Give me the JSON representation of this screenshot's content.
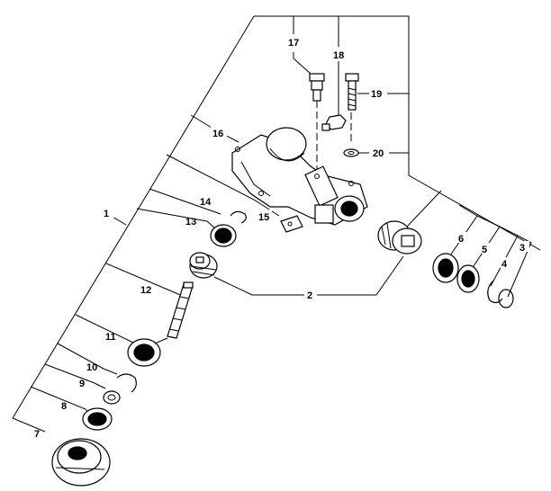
{
  "parts": [
    {
      "id": "p1",
      "label": "1"
    },
    {
      "id": "p2",
      "label": "2"
    },
    {
      "id": "p3",
      "label": "3"
    },
    {
      "id": "p4",
      "label": "4"
    },
    {
      "id": "p5",
      "label": "5"
    },
    {
      "id": "p6",
      "label": "6"
    },
    {
      "id": "p7",
      "label": "7"
    },
    {
      "id": "p8",
      "label": "8"
    },
    {
      "id": "p9",
      "label": "9"
    },
    {
      "id": "p10",
      "label": "10"
    },
    {
      "id": "p11",
      "label": "11"
    },
    {
      "id": "p12",
      "label": "12"
    },
    {
      "id": "p13",
      "label": "13"
    },
    {
      "id": "p14",
      "label": "14"
    },
    {
      "id": "p15",
      "label": "15"
    },
    {
      "id": "p16",
      "label": "16"
    },
    {
      "id": "p17",
      "label": "17"
    },
    {
      "id": "p18",
      "label": "18"
    },
    {
      "id": "p19",
      "label": "19"
    },
    {
      "id": "p20",
      "label": "20"
    }
  ]
}
